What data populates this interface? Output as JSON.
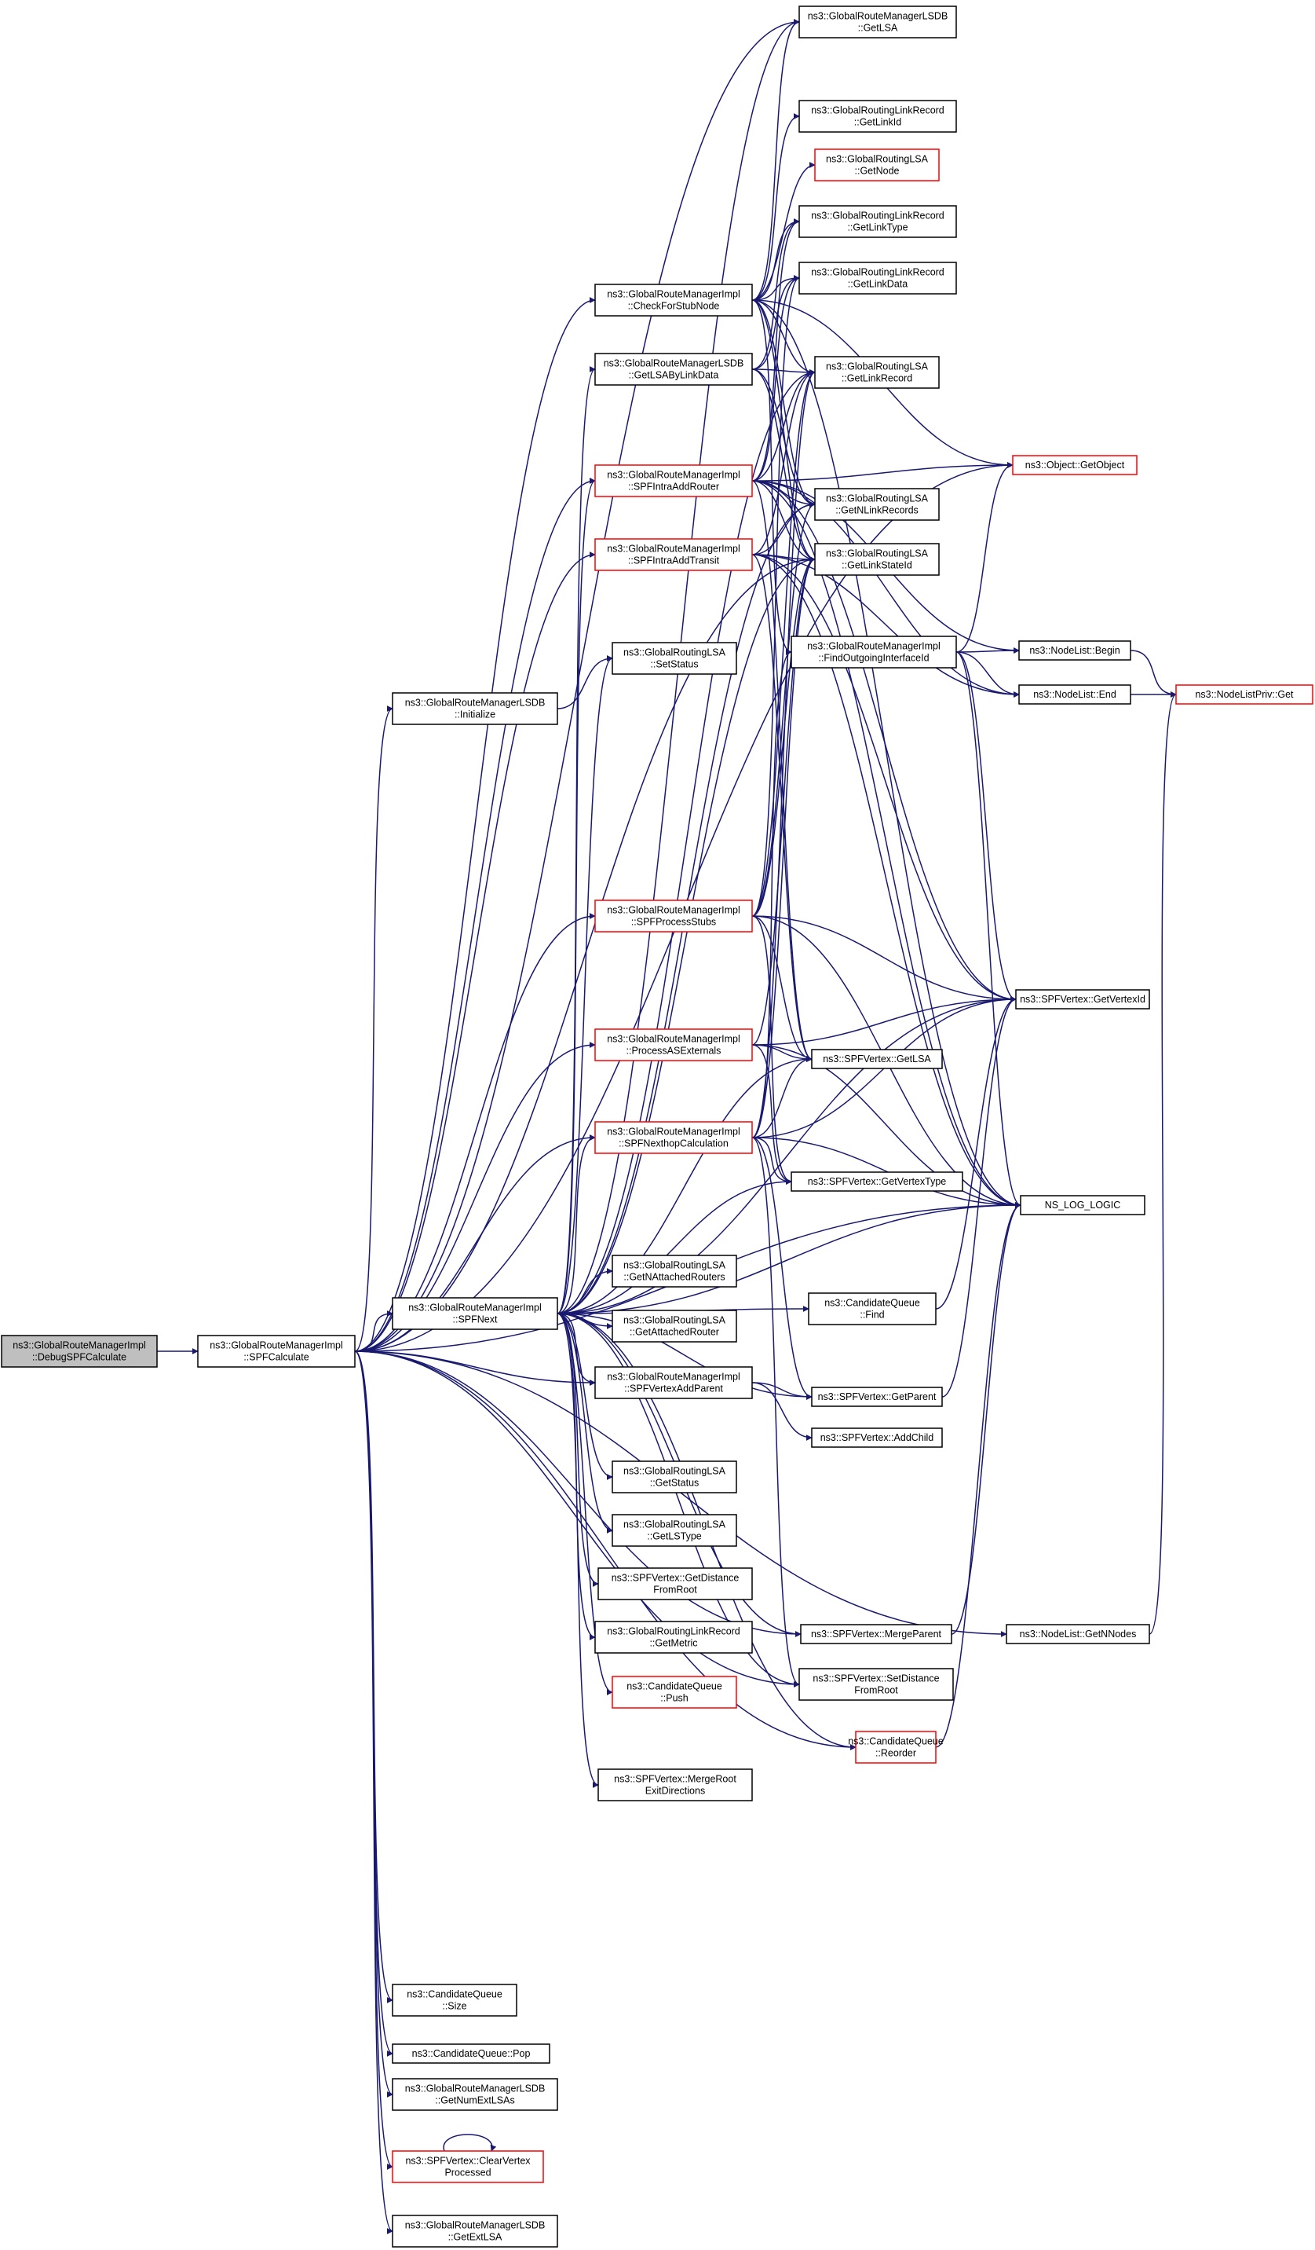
{
  "colors": {
    "edge": "#191970",
    "normal_border": "#000000",
    "truncated_border": "#ff0000",
    "root_fill": "#bfbfbf",
    "node_fill": "#ffffff"
  },
  "nodes": [
    {
      "id": "debug",
      "lines": [
        "ns3::GlobalRouteManagerImpl",
        "::DebugSPFCalculate"
      ],
      "kind": "root"
    },
    {
      "id": "spfcalc",
      "lines": [
        "ns3::GlobalRouteManagerImpl",
        "::SPFCalculate"
      ],
      "kind": "normal"
    },
    {
      "id": "getlsa_db",
      "lines": [
        "ns3::GlobalRouteManagerLSDB",
        "::GetLSA"
      ],
      "kind": "normal"
    },
    {
      "id": "getlinkid",
      "lines": [
        "ns3::GlobalRoutingLinkRecord",
        "::GetLinkId"
      ],
      "kind": "normal"
    },
    {
      "id": "getnode",
      "lines": [
        "ns3::GlobalRoutingLSA",
        "::GetNode"
      ],
      "kind": "truncated"
    },
    {
      "id": "getlinktype",
      "lines": [
        "ns3::GlobalRoutingLinkRecord",
        "::GetLinkType"
      ],
      "kind": "normal"
    },
    {
      "id": "checkstub",
      "lines": [
        "ns3::GlobalRouteManagerImpl",
        "::CheckForStubNode"
      ],
      "kind": "normal"
    },
    {
      "id": "getlinkdata",
      "lines": [
        "ns3::GlobalRoutingLinkRecord",
        "::GetLinkData"
      ],
      "kind": "normal"
    },
    {
      "id": "getlsabylink",
      "lines": [
        "ns3::GlobalRouteManagerLSDB",
        "::GetLSAByLinkData"
      ],
      "kind": "normal"
    },
    {
      "id": "getlinkrecord",
      "lines": [
        "ns3::GlobalRoutingLSA",
        "::GetLinkRecord"
      ],
      "kind": "normal"
    },
    {
      "id": "getobject",
      "lines": [
        "ns3::Object::GetObject"
      ],
      "kind": "truncated"
    },
    {
      "id": "intraaddrouter",
      "lines": [
        "ns3::GlobalRouteManagerImpl",
        "::SPFIntraAddRouter"
      ],
      "kind": "truncated"
    },
    {
      "id": "getnlinkrecords",
      "lines": [
        "ns3::GlobalRoutingLSA",
        "::GetNLinkRecords"
      ],
      "kind": "normal"
    },
    {
      "id": "getlinkstateid",
      "lines": [
        "ns3::GlobalRoutingLSA",
        "::GetLinkStateId"
      ],
      "kind": "normal"
    },
    {
      "id": "setstatus",
      "lines": [
        "ns3::GlobalRoutingLSA",
        "::SetStatus"
      ],
      "kind": "normal"
    },
    {
      "id": "nlbegin",
      "lines": [
        "ns3::NodeList::Begin"
      ],
      "kind": "normal"
    },
    {
      "id": "findoutgoing",
      "lines": [
        "ns3::GlobalRouteManagerImpl",
        "::FindOutgoingInterfaceId"
      ],
      "kind": "normal"
    },
    {
      "id": "initialize",
      "lines": [
        "ns3::GlobalRouteManagerLSDB",
        "::Initialize"
      ],
      "kind": "normal"
    },
    {
      "id": "nlend",
      "lines": [
        "ns3::NodeList::End"
      ],
      "kind": "normal"
    },
    {
      "id": "nlprivget",
      "lines": [
        "ns3::NodeListPriv::Get"
      ],
      "kind": "truncated"
    },
    {
      "id": "intraaddtransit",
      "lines": [
        "ns3::GlobalRouteManagerImpl",
        "::SPFIntraAddTransit"
      ],
      "kind": "truncated"
    },
    {
      "id": "processstubs",
      "lines": [
        "ns3::GlobalRouteManagerImpl",
        "::SPFProcessStubs"
      ],
      "kind": "truncated"
    },
    {
      "id": "getvertexid",
      "lines": [
        "ns3::SPFVertex::GetVertexId"
      ],
      "kind": "normal"
    },
    {
      "id": "processase",
      "lines": [
        "ns3::GlobalRouteManagerImpl",
        "::ProcessASExternals"
      ],
      "kind": "truncated"
    },
    {
      "id": "vgetlsa",
      "lines": [
        "ns3::SPFVertex::GetLSA"
      ],
      "kind": "normal"
    },
    {
      "id": "nexthop",
      "lines": [
        "ns3::GlobalRouteManagerImpl",
        "::SPFNexthopCalculation"
      ],
      "kind": "truncated"
    },
    {
      "id": "getvertextype",
      "lines": [
        "ns3::SPFVertex::GetVertexType"
      ],
      "kind": "normal"
    },
    {
      "id": "nslog",
      "lines": [
        "NS_LOG_LOGIC"
      ],
      "kind": "normal"
    },
    {
      "id": "getnattached",
      "lines": [
        "ns3::GlobalRoutingLSA",
        "::GetNAttachedRouters"
      ],
      "kind": "normal"
    },
    {
      "id": "cqfind",
      "lines": [
        "ns3::CandidateQueue",
        "::Find"
      ],
      "kind": "normal"
    },
    {
      "id": "spfnext",
      "lines": [
        "ns3::GlobalRouteManagerImpl",
        "::SPFNext"
      ],
      "kind": "normal"
    },
    {
      "id": "getattached",
      "lines": [
        "ns3::GlobalRoutingLSA",
        "::GetAttachedRouter"
      ],
      "kind": "normal"
    },
    {
      "id": "vertexaddparent",
      "lines": [
        "ns3::GlobalRouteManagerImpl",
        "::SPFVertexAddParent"
      ],
      "kind": "normal"
    },
    {
      "id": "getparent",
      "lines": [
        "ns3::SPFVertex::GetParent"
      ],
      "kind": "normal"
    },
    {
      "id": "addchild",
      "lines": [
        "ns3::SPFVertex::AddChild"
      ],
      "kind": "normal"
    },
    {
      "id": "getstatus",
      "lines": [
        "ns3::GlobalRoutingLSA",
        "::GetStatus"
      ],
      "kind": "normal"
    },
    {
      "id": "getlstype",
      "lines": [
        "ns3::GlobalRoutingLSA",
        "::GetLSType"
      ],
      "kind": "normal"
    },
    {
      "id": "getdistance",
      "lines": [
        "ns3::SPFVertex::GetDistance",
        "FromRoot"
      ],
      "kind": "normal"
    },
    {
      "id": "getmetric",
      "lines": [
        "ns3::GlobalRoutingLinkRecord",
        "::GetMetric"
      ],
      "kind": "normal"
    },
    {
      "id": "mergeparent",
      "lines": [
        "ns3::SPFVertex::MergeParent"
      ],
      "kind": "normal"
    },
    {
      "id": "getnnodes",
      "lines": [
        "ns3::NodeList::GetNNodes"
      ],
      "kind": "normal"
    },
    {
      "id": "cqpush",
      "lines": [
        "ns3::CandidateQueue",
        "::Push"
      ],
      "kind": "truncated"
    },
    {
      "id": "setdistance",
      "lines": [
        "ns3::SPFVertex::SetDistance",
        "FromRoot"
      ],
      "kind": "normal"
    },
    {
      "id": "cqreorder",
      "lines": [
        "ns3::CandidateQueue",
        "::Reorder"
      ],
      "kind": "truncated"
    },
    {
      "id": "mergeroot",
      "lines": [
        "ns3::SPFVertex::MergeRoot",
        "ExitDirections"
      ],
      "kind": "normal"
    },
    {
      "id": "cqsize",
      "lines": [
        "ns3::CandidateQueue",
        "::Size"
      ],
      "kind": "normal"
    },
    {
      "id": "cqpop",
      "lines": [
        "ns3::CandidateQueue::Pop"
      ],
      "kind": "normal"
    },
    {
      "id": "getnumext",
      "lines": [
        "ns3::GlobalRouteManagerLSDB",
        "::GetNumExtLSAs"
      ],
      "kind": "normal"
    },
    {
      "id": "clearvertex",
      "lines": [
        "ns3::SPFVertex::ClearVertex",
        "Processed"
      ],
      "kind": "truncated"
    },
    {
      "id": "getextlsa",
      "lines": [
        "ns3::GlobalRouteManagerLSDB",
        "::GetExtLSA"
      ],
      "kind": "normal"
    }
  ],
  "edges": [
    [
      "debug",
      "spfcalc"
    ],
    [
      "spfcalc",
      "getlsa_db"
    ],
    [
      "spfcalc",
      "checkstub"
    ],
    [
      "spfcalc",
      "intraaddrouter"
    ],
    [
      "spfcalc",
      "getlinkstateid"
    ],
    [
      "spfcalc",
      "initialize"
    ],
    [
      "spfcalc",
      "intraaddtransit"
    ],
    [
      "spfcalc",
      "processstubs"
    ],
    [
      "spfcalc",
      "processase"
    ],
    [
      "spfcalc",
      "nexthop"
    ],
    [
      "spfcalc",
      "spfnext"
    ],
    [
      "spfcalc",
      "vertexaddparent"
    ],
    [
      "spfcalc",
      "getobject"
    ],
    [
      "spfcalc",
      "nslog"
    ],
    [
      "spfcalc",
      "mergeparent"
    ],
    [
      "spfcalc",
      "setdistance"
    ],
    [
      "spfcalc",
      "cqreorder"
    ],
    [
      "spfcalc",
      "getnnodes"
    ],
    [
      "spfcalc",
      "cqsize"
    ],
    [
      "spfcalc",
      "cqpop"
    ],
    [
      "spfcalc",
      "getnumext"
    ],
    [
      "spfcalc",
      "clearvertex"
    ],
    [
      "spfcalc",
      "getextlsa"
    ],
    [
      "clearvertex",
      "clearvertex"
    ],
    [
      "checkstub",
      "getlsa_db"
    ],
    [
      "checkstub",
      "getlinkid"
    ],
    [
      "checkstub",
      "getnode"
    ],
    [
      "checkstub",
      "getlinktype"
    ],
    [
      "checkstub",
      "getlinkdata"
    ],
    [
      "checkstub",
      "getlinkrecord"
    ],
    [
      "checkstub",
      "getnlinkrecords"
    ],
    [
      "checkstub",
      "getlinkstateid"
    ],
    [
      "checkstub",
      "getobject"
    ],
    [
      "checkstub",
      "findoutgoing"
    ],
    [
      "checkstub",
      "nslog"
    ],
    [
      "getlsabylink",
      "getlinktype"
    ],
    [
      "getlsabylink",
      "getlinkdata"
    ],
    [
      "getlsabylink",
      "getlinkrecord"
    ],
    [
      "getlsabylink",
      "getnlinkrecords"
    ],
    [
      "getlsabylink",
      "getlinkstateid"
    ],
    [
      "intraaddrouter",
      "getlinkrecord"
    ],
    [
      "intraaddrouter",
      "getnlinkrecords"
    ],
    [
      "intraaddrouter",
      "getlinkstateid"
    ],
    [
      "intraaddrouter",
      "getobject"
    ],
    [
      "intraaddrouter",
      "nlbegin"
    ],
    [
      "intraaddrouter",
      "nlend"
    ],
    [
      "intraaddrouter",
      "getvertexid"
    ],
    [
      "intraaddrouter",
      "vgetlsa"
    ],
    [
      "intraaddrouter",
      "nslog"
    ],
    [
      "intraaddrouter",
      "getlinktype"
    ],
    [
      "intraaddrouter",
      "getlinkdata"
    ],
    [
      "initialize",
      "setstatus"
    ],
    [
      "findoutgoing",
      "nlbegin"
    ],
    [
      "findoutgoing",
      "nlend"
    ],
    [
      "findoutgoing",
      "getobject"
    ],
    [
      "findoutgoing",
      "nslog"
    ],
    [
      "findoutgoing",
      "getvertexid"
    ],
    [
      "nlbegin",
      "nlprivget"
    ],
    [
      "nlend",
      "nlprivget"
    ],
    [
      "intraaddtransit",
      "getlinkrecord"
    ],
    [
      "intraaddtransit",
      "getlinkstateid"
    ],
    [
      "intraaddtransit",
      "nlend"
    ],
    [
      "intraaddtransit",
      "getvertexid"
    ],
    [
      "intraaddtransit",
      "vgetlsa"
    ],
    [
      "intraaddtransit",
      "nslog"
    ],
    [
      "intraaddtransit",
      "getnlinkrecords"
    ],
    [
      "processstubs",
      "getlinkrecord"
    ],
    [
      "processstubs",
      "getlinkstateid"
    ],
    [
      "processstubs",
      "getvertexid"
    ],
    [
      "processstubs",
      "vgetlsa"
    ],
    [
      "processstubs",
      "getvertextype"
    ],
    [
      "processstubs",
      "nslog"
    ],
    [
      "processstubs",
      "getlinkdata"
    ],
    [
      "processstubs",
      "getnlinkrecords"
    ],
    [
      "processase",
      "vgetlsa"
    ],
    [
      "processase",
      "getvertexid"
    ],
    [
      "processase",
      "getvertextype"
    ],
    [
      "processase",
      "nslog"
    ],
    [
      "processase",
      "getlinkstateid"
    ],
    [
      "nexthop",
      "vgetlsa"
    ],
    [
      "nexthop",
      "getvertexid"
    ],
    [
      "nexthop",
      "getvertextype"
    ],
    [
      "nexthop",
      "nslog"
    ],
    [
      "nexthop",
      "findoutgoing"
    ],
    [
      "nexthop",
      "getlinkrecord"
    ],
    [
      "nexthop",
      "getlinkstateid"
    ],
    [
      "nexthop",
      "getparent"
    ],
    [
      "nexthop",
      "setdistance"
    ],
    [
      "spfnext",
      "getlsabylink"
    ],
    [
      "spfnext",
      "setstatus"
    ],
    [
      "spfnext",
      "intraaddrouter"
    ],
    [
      "spfnext",
      "getnattached"
    ],
    [
      "spfnext",
      "getattached"
    ],
    [
      "spfnext",
      "vertexaddparent"
    ],
    [
      "spfnext",
      "nexthop"
    ],
    [
      "spfnext",
      "cqfind"
    ],
    [
      "spfnext",
      "getstatus"
    ],
    [
      "spfnext",
      "getlstype"
    ],
    [
      "spfnext",
      "getdistance"
    ],
    [
      "spfnext",
      "getmetric"
    ],
    [
      "spfnext",
      "cqpush"
    ],
    [
      "spfnext",
      "mergeroot"
    ],
    [
      "spfnext",
      "mergeparent"
    ],
    [
      "spfnext",
      "cqreorder"
    ],
    [
      "spfnext",
      "vgetlsa"
    ],
    [
      "spfnext",
      "getvertextype"
    ],
    [
      "spfnext",
      "getvertexid"
    ],
    [
      "spfnext",
      "nslog"
    ],
    [
      "spfnext",
      "getlinkrecord"
    ],
    [
      "spfnext",
      "getnlinkrecords"
    ],
    [
      "spfnext",
      "getlinkstateid"
    ],
    [
      "spfnext",
      "getlsa_db"
    ],
    [
      "spfnext",
      "getparent"
    ],
    [
      "spfnext",
      "setdistance"
    ],
    [
      "vertexaddparent",
      "getparent"
    ],
    [
      "vertexaddparent",
      "addchild"
    ],
    [
      "cqfind",
      "getvertexid"
    ],
    [
      "getparent",
      "getvertexid"
    ],
    [
      "mergeparent",
      "nslog"
    ],
    [
      "cqreorder",
      "nslog"
    ],
    [
      "getnnodes",
      "nlprivget"
    ]
  ]
}
